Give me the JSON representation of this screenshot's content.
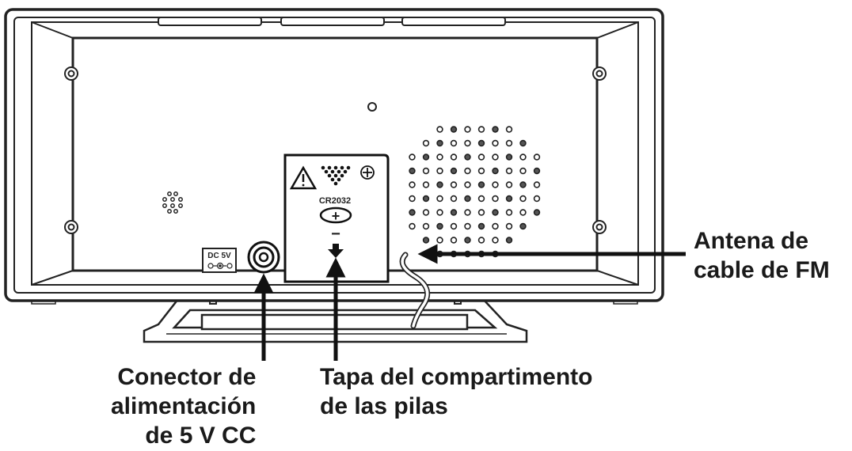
{
  "device": {
    "dc_label": "DC 5V",
    "battery_model": "CR2032",
    "battery_plus": "+",
    "battery_minus": "−"
  },
  "callouts": {
    "antenna": [
      "Antena de",
      "cable de FM"
    ],
    "power": [
      "Conector de",
      "alimentación",
      "de 5 V CC"
    ],
    "battery_cover": [
      "Tapa del compartimento",
      "de las pilas"
    ]
  }
}
